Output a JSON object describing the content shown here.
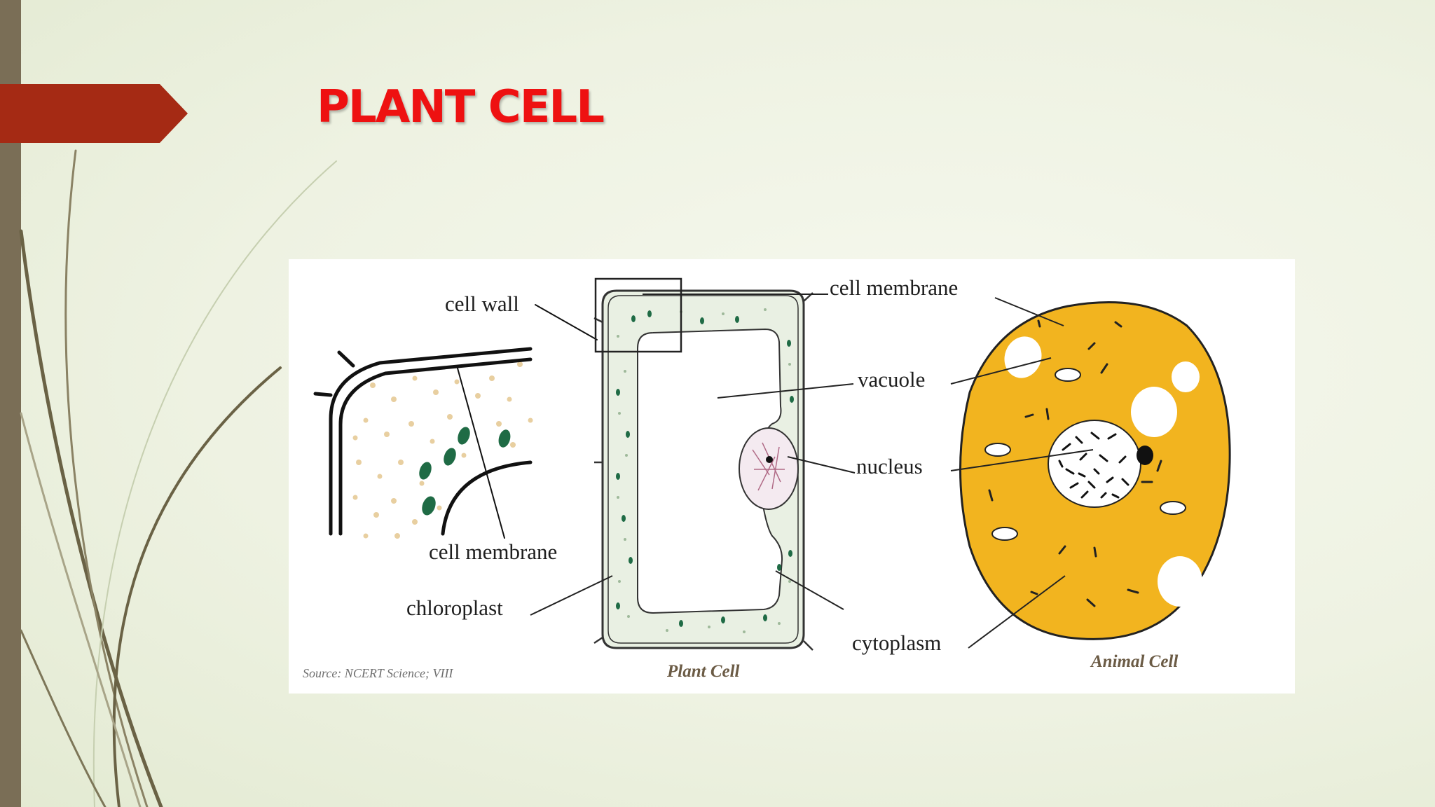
{
  "slide": {
    "title": "PLANT CELL",
    "title_color": "#ee1111",
    "accent_arrow_color": "#a52a14",
    "left_bar_color": "#7a6e56"
  },
  "diagram": {
    "labels": {
      "cell_wall": "cell wall",
      "cell_membrane_zoom": "cell membrane",
      "chloroplast": "chloroplast",
      "cell_membrane": "cell membrane",
      "vacuole": "vacuole",
      "nucleus": "nucleus",
      "cytoplasm": "cytoplasm"
    },
    "captions": {
      "plant": "Plant Cell",
      "animal": "Animal Cell"
    },
    "source": "Source: NCERT Science; VIII",
    "colors": {
      "animal_cell_fill": "#f2b41f",
      "chloroplast": "#1f6b45",
      "granule": "#e8cfa0",
      "cytoplasm_dots": "#9fb99a"
    }
  }
}
